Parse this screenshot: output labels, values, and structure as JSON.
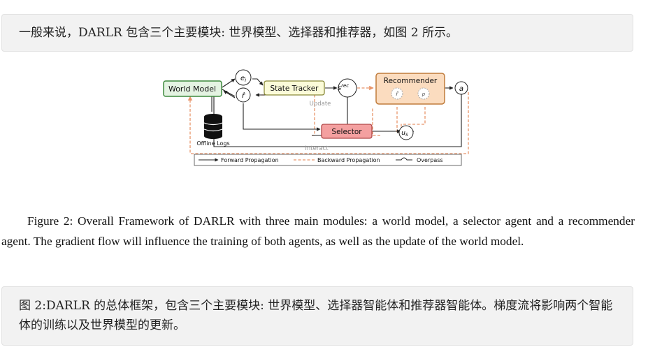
{
  "intro_note": "一般来说，DARLR 包含三个主要模块: 世界模型、选择器和推荐器，如图 2 所示。",
  "figure": {
    "world_model": "World Model",
    "state_tracker": "State Tracker",
    "recommender": "Recommender",
    "selector": "Selector",
    "offline_logs": "Offline Logs",
    "update": "Update",
    "interact": "Interact",
    "e_i": "e",
    "e_i_sub": "i",
    "r_hat": "r̂",
    "s_rec": "s",
    "s_rec_sup": "rec",
    "u_s": "u",
    "u_s_sub": "S",
    "a": "a",
    "legend": {
      "forward": "Forward Propagation",
      "backward": "Backward Propagation",
      "overpass": "Overpass"
    },
    "colors": {
      "world_model_fill": "#e4f3e2",
      "world_model_stroke": "#3d8a3d",
      "state_tracker_fill": "#fbfbd9",
      "state_tracker_stroke": "#8a8a3a",
      "recommender_fill": "#fbdcbf",
      "recommender_stroke": "#c07c3c",
      "selector_fill": "#f4a0a0",
      "selector_stroke": "#b04848",
      "backward": "#e8956a"
    }
  },
  "caption": "Figure 2: Overall Framework of DARLR with three main modules: a world model, a selector agent and a recommender agent. The gradient flow will influence the training of both agents, as well as the update of the world model.",
  "translation_note": "图 2:DARLR 的总体框架，包含三个主要模块: 世界模型、选择器智能体和推荐器智能体。梯度流将影响两个智能体的训练以及世界模型的更新。"
}
